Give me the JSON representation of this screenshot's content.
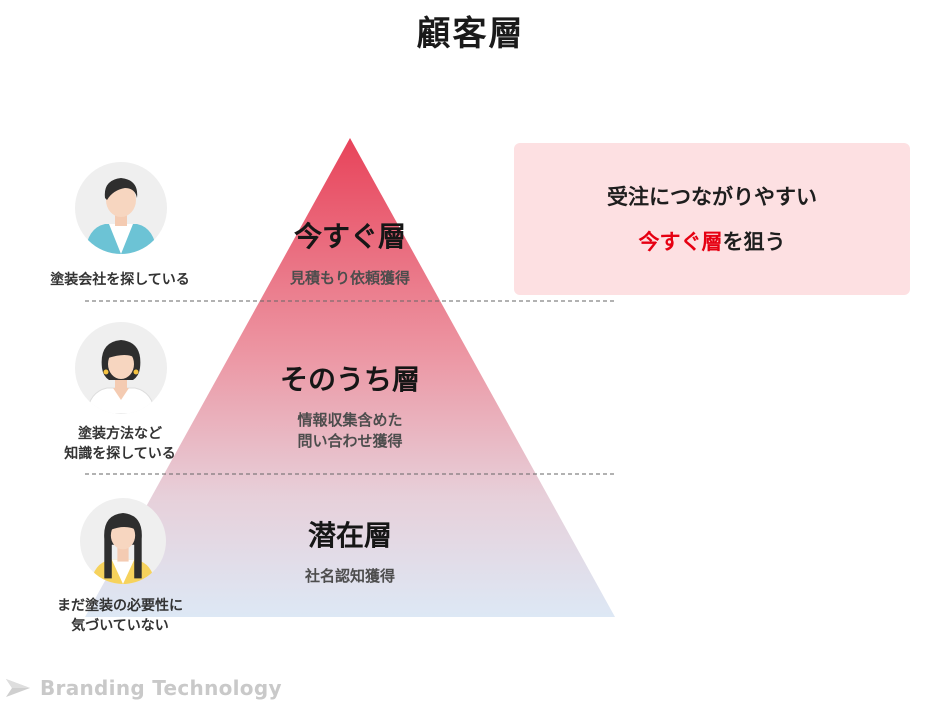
{
  "title": "顧客層",
  "tiers": [
    {
      "title": "今すぐ層",
      "subtitle_lines": [
        "見積もり依頼獲得"
      ]
    },
    {
      "title": "そのうち層",
      "subtitle_lines": [
        "情報収集含めた",
        "問い合わせ獲得"
      ]
    },
    {
      "title": "潜在層",
      "subtitle_lines": [
        "社名認知獲得"
      ]
    }
  ],
  "personas": [
    {
      "label_lines": [
        "塗装会社を探している"
      ],
      "icon": "man-avatar-icon"
    },
    {
      "label_lines": [
        "塗装方法など",
        "知識を探している"
      ],
      "icon": "woman-avatar-icon"
    },
    {
      "label_lines": [
        "まだ塗装の必要性に",
        "気づいていない"
      ],
      "icon": "woman-longhair-avatar-icon"
    }
  ],
  "callout": {
    "line1": "受注につながりやすい",
    "line2_accent": "今すぐ層",
    "line2_rest": "を狙う"
  },
  "brand": {
    "name": "Branding Technology",
    "icon": "brand-mark-icon"
  },
  "colors": {
    "pyramid_top": "#e8435a",
    "pyramid_bottom": "#dde8f5",
    "callout_bg": "#fde0e2",
    "accent": "#e60012"
  }
}
